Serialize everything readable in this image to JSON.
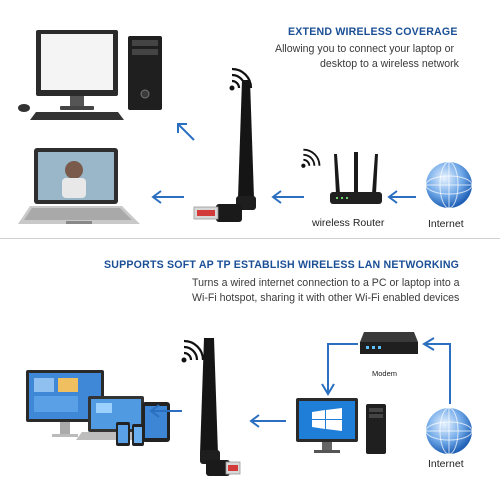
{
  "section1": {
    "title": "EXTEND WIRELESS COVERAGE",
    "desc_line1": "Allowing you to connect your laptop or",
    "desc_line2": "desktop to a wireless network",
    "router_label": "wireless Router",
    "internet_label": "Internet"
  },
  "section2": {
    "title": "SUPPORTS SOFT AP TP ESTABLISH WIRELESS LAN NETWORKING",
    "desc_line1": "Turns a wired internet connection to a PC or laptop into a",
    "desc_line2": "Wi-Fi hotspot, sharing it with other Wi-Fi enabled devices",
    "modem_label": "Modem",
    "internet_label": "Internet"
  },
  "colors": {
    "title_blue": "#1a4f96",
    "arrow_blue": "#2a6fc0",
    "antenna_black": "#151515",
    "usb_red": "#d33a3a"
  }
}
